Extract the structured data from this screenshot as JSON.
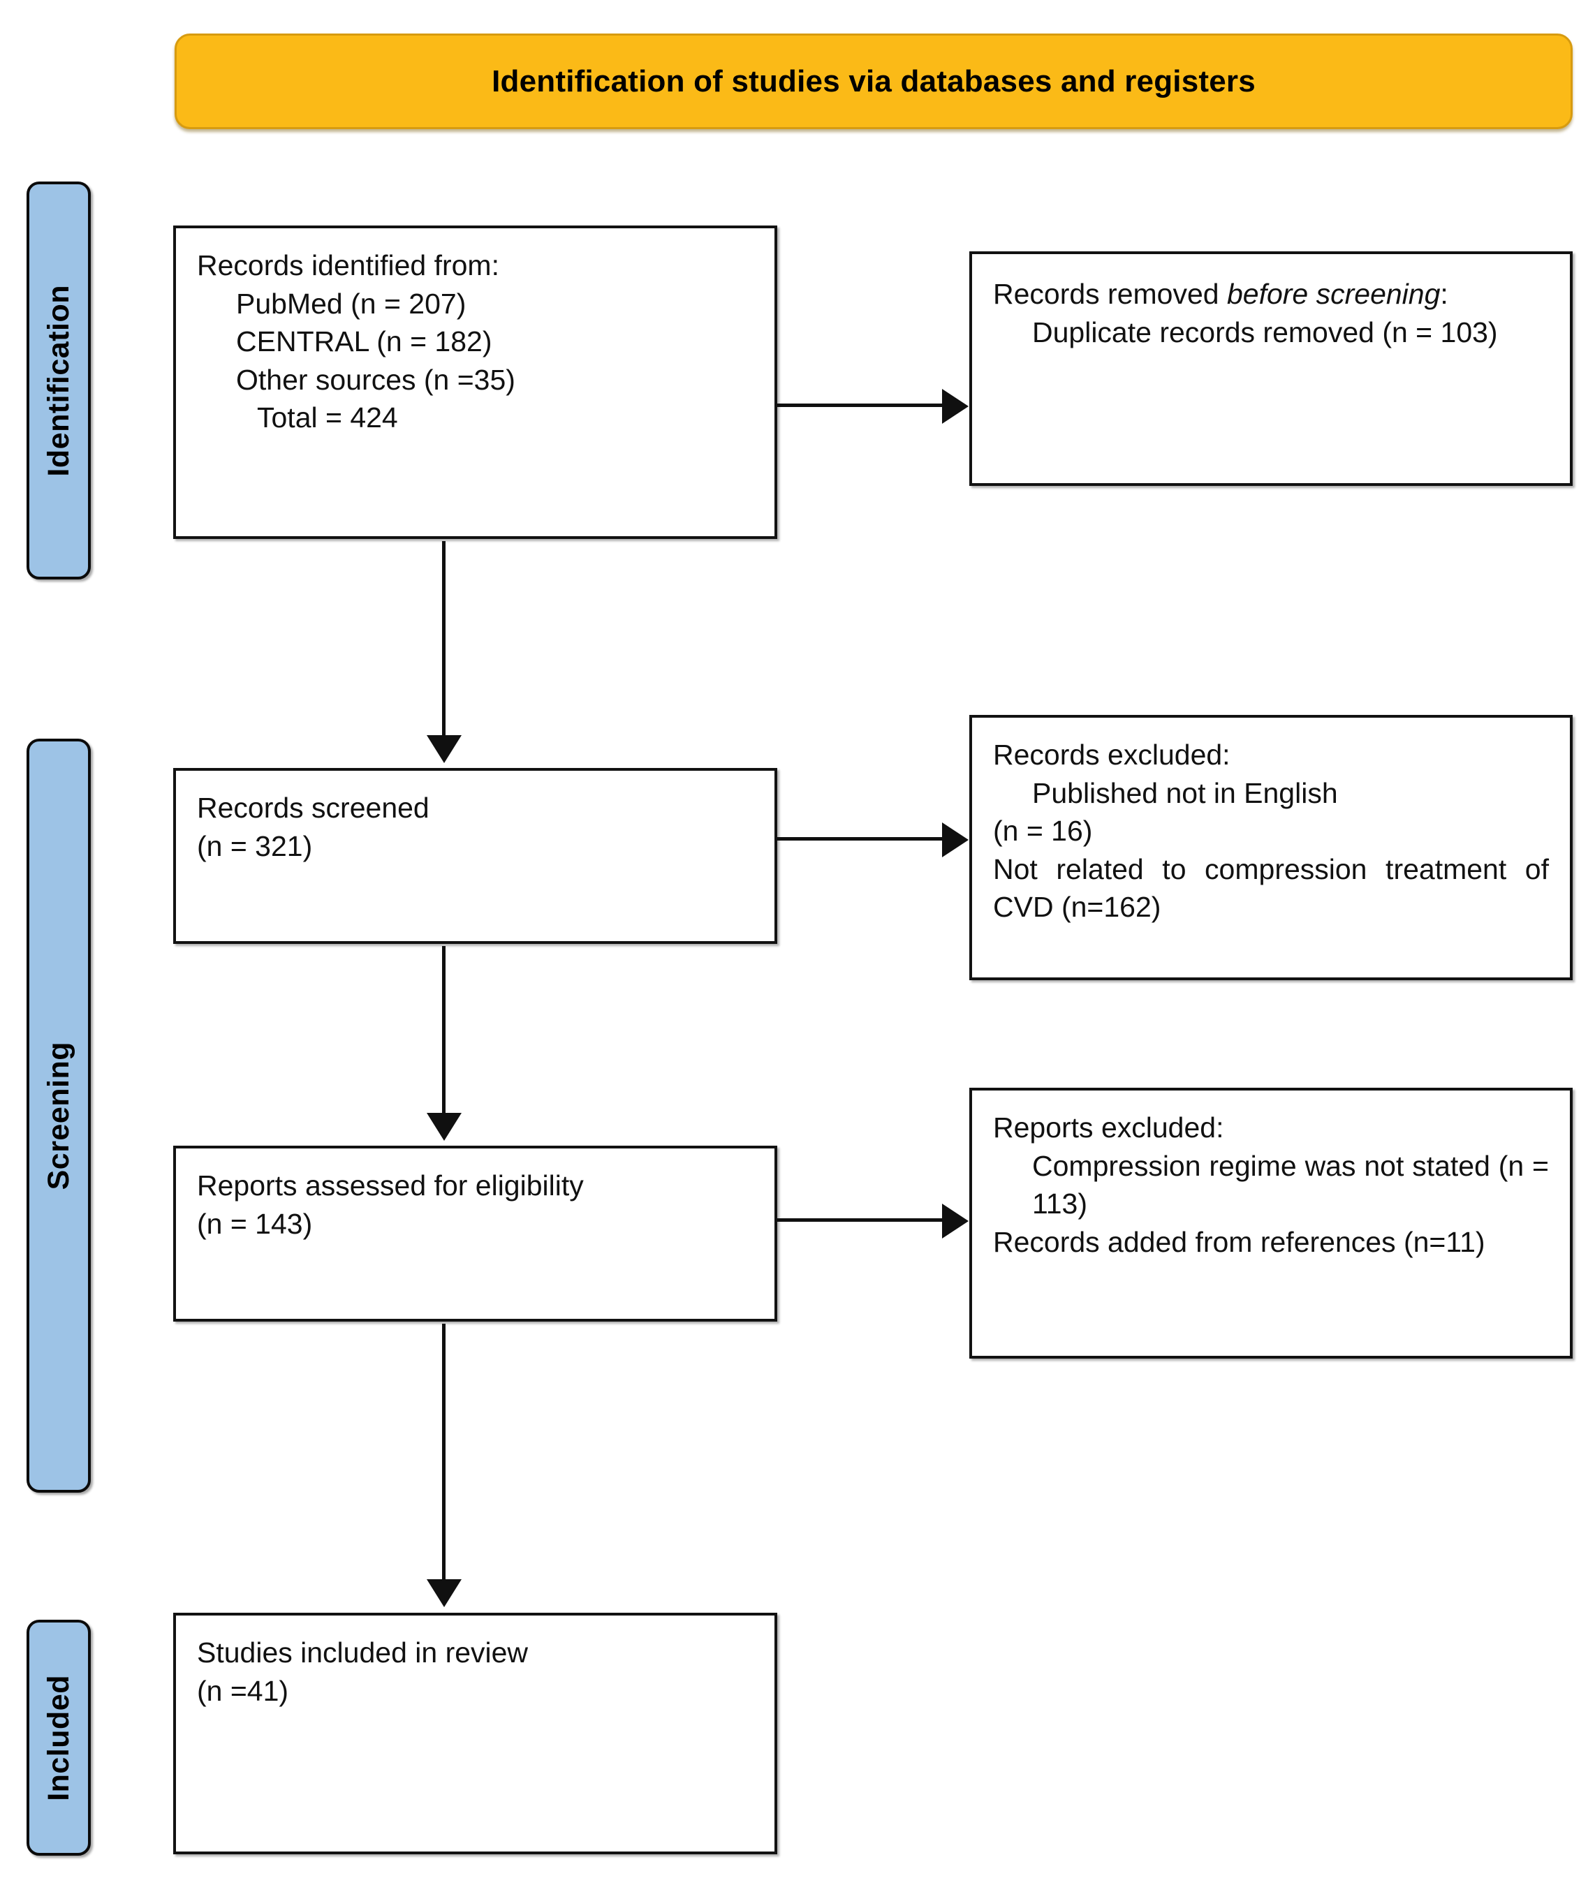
{
  "header": {
    "title": "Identification of studies via databases and registers",
    "bg_color": "#FBBA17"
  },
  "stages": [
    {
      "id": "identification",
      "label": "Identification"
    },
    {
      "id": "screening",
      "label": "Screening"
    },
    {
      "id": "included",
      "label": "Included"
    }
  ],
  "stage_color": "#9DC3E6",
  "boxes": {
    "identified": {
      "title": "Records identified from:",
      "line_pubmed": "PubMed (n = 207)",
      "line_central": "CENTRAL (n = 182)",
      "line_other": "Other sources (n =35)",
      "line_total": "Total = 424"
    },
    "removed": {
      "title_plain": "Records removed ",
      "title_italic": "before screening",
      "title_colon": ":",
      "line_duplicates": "Duplicate records removed (n = 103)"
    },
    "screened": {
      "title": "Records screened",
      "count": "(n = 321)"
    },
    "records_excluded": {
      "title": "Records excluded:",
      "line_english": "Published not in English",
      "line_english_count": "(n = 16)",
      "line_notrelated": "Not related to compression treatment of CVD (n=162)"
    },
    "eligibility": {
      "title": "Reports assessed for eligibility",
      "count": "(n = 143)"
    },
    "reports_excluded": {
      "title": "Reports excluded:",
      "line_regime": "Compression regime was not stated (n = 113)",
      "line_added": "Records added from references (n=11)"
    },
    "included": {
      "title": "Studies included in review",
      "count": "(n =41)"
    }
  }
}
